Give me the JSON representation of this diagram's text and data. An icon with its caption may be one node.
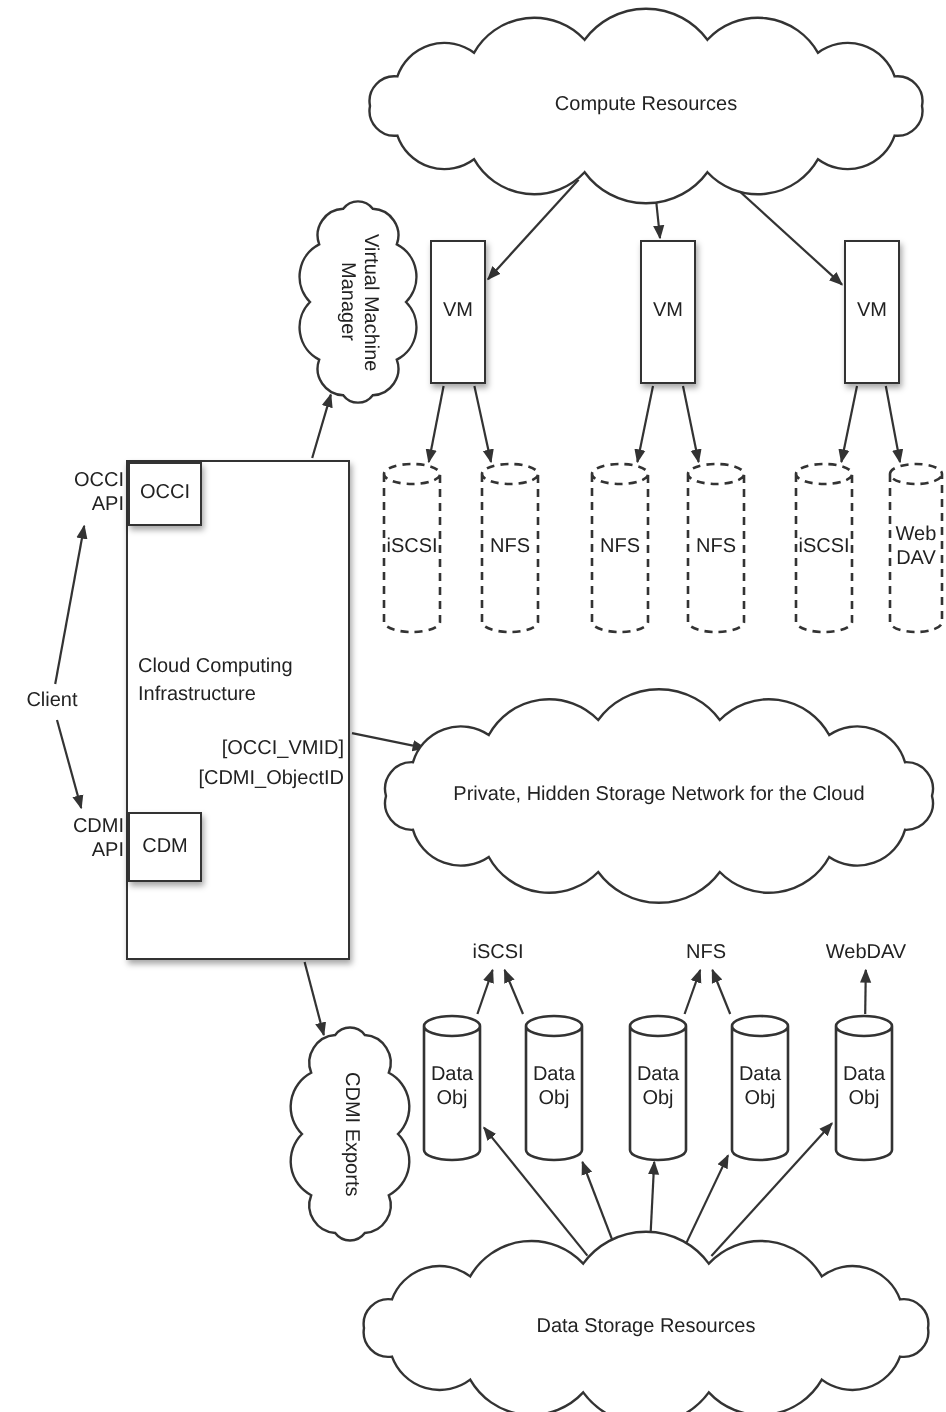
{
  "diagram": {
    "nodes": [
      {
        "text": [
          "Compute Resources"
        ]
      },
      {
        "text": [
          "Virtual Machine Manager"
        ]
      },
      {
        "text": [
          "VM"
        ]
      },
      {
        "text": [
          "VM"
        ]
      },
      {
        "text": [
          "VM"
        ]
      },
      {
        "text": [
          "iSCSI"
        ]
      },
      {
        "text": [
          "NFS"
        ]
      },
      {
        "text": [
          "NFS"
        ]
      },
      {
        "text": [
          "NFS"
        ]
      },
      {
        "text": [
          "iSCSI"
        ]
      },
      {
        "text": [
          "Web DAV"
        ]
      },
      {
        "text": [
          "Cloud Computing Infrastructure",
          "[OCCI_VMID]",
          "[CDMI_ObjectID"
        ]
      },
      {
        "text": [
          "OCCI"
        ],
        "in": 11
      },
      {
        "text": [
          "CDM"
        ],
        "in": 11
      },
      {
        "text": [
          "Client"
        ]
      },
      {
        "text": [
          "OCCI API"
        ]
      },
      {
        "text": [
          "CDMI API"
        ]
      },
      {
        "text": [
          "Private, Hidden Storage Network for the Cloud"
        ]
      },
      {
        "text": [
          "CDMI Exports"
        ]
      },
      {
        "text": [
          "iSCSI"
        ]
      },
      {
        "text": [
          "NFS"
        ]
      },
      {
        "text": [
          "WebDAV"
        ]
      },
      {
        "text": [
          "Data Obj"
        ]
      },
      {
        "text": [
          "Data Obj"
        ]
      },
      {
        "text": [
          "Data Obj"
        ]
      },
      {
        "text": [
          "Data Obj"
        ]
      },
      {
        "text": [
          "Data Obj"
        ]
      },
      {
        "text": [
          "Data Storage Resources"
        ]
      }
    ],
    "edges": [
      {
        "from": 0,
        "to": 2,
        "arrow": "to"
      },
      {
        "from": 0,
        "to": 3,
        "arrow": "to"
      },
      {
        "from": 0,
        "to": 4,
        "arrow": "to"
      },
      {
        "from": 2,
        "to": 5,
        "arrow": "to"
      },
      {
        "from": 2,
        "to": 6,
        "arrow": "to"
      },
      {
        "from": 3,
        "to": 7,
        "arrow": "to"
      },
      {
        "from": 3,
        "to": 8,
        "arrow": "to"
      },
      {
        "from": 4,
        "to": 9,
        "arrow": "to"
      },
      {
        "from": 4,
        "to": 10,
        "arrow": "to"
      },
      {
        "from": 11,
        "to": 1,
        "arrow": "to"
      },
      {
        "from": 14,
        "to": 15,
        "arrow": "to"
      },
      {
        "from": 14,
        "to": 16,
        "arrow": "to"
      },
      {
        "from": 11,
        "to": 17,
        "arrow": "to"
      },
      {
        "from": 11,
        "to": 18,
        "arrow": "to"
      },
      {
        "from": 22,
        "to": 19,
        "arrow": "to"
      },
      {
        "from": 23,
        "to": 19,
        "arrow": "to"
      },
      {
        "from": 24,
        "to": 20,
        "arrow": "to"
      },
      {
        "from": 25,
        "to": 20,
        "arrow": "to"
      },
      {
        "from": 26,
        "to": 21,
        "arrow": "to"
      },
      {
        "from": 27,
        "to": 22,
        "arrow": "to"
      },
      {
        "from": 27,
        "to": 23,
        "arrow": "to"
      },
      {
        "from": 27,
        "to": 24,
        "arrow": "to"
      },
      {
        "from": 27,
        "to": 25,
        "arrow": "to"
      },
      {
        "from": 27,
        "to": 26,
        "arrow": "to"
      }
    ]
  }
}
